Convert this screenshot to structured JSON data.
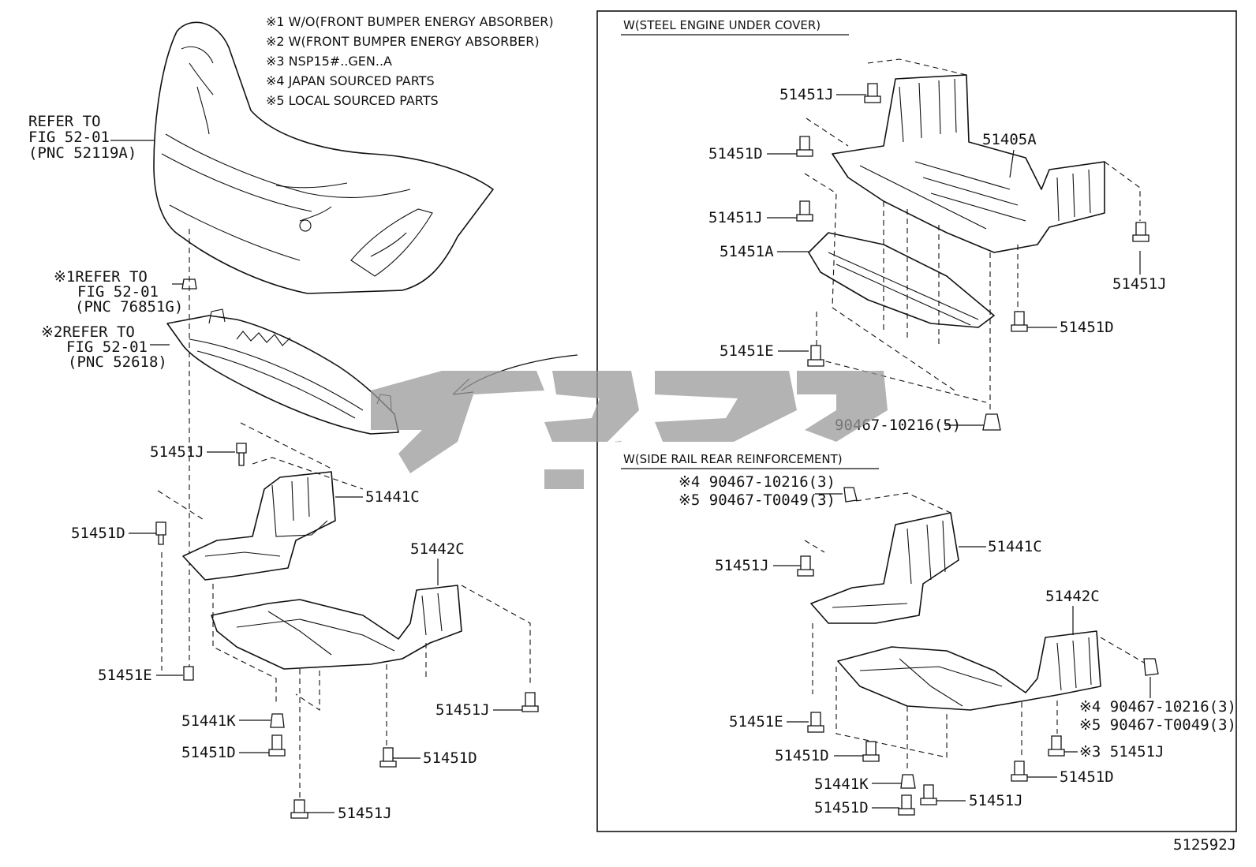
{
  "notes": [
    "※1 W/O(FRONT BUMPER ENERGY ABSORBER)",
    "※2 W(FRONT BUMPER ENERGY ABSORBER)",
    "※3 NSP15#..GEN..A",
    "※4 JAPAN SOURCED PARTS",
    "※5 LOCAL SOURCED PARTS"
  ],
  "references": {
    "bumper": [
      "REFER TO",
      "FIG 52-01",
      "(PNC 52119A)"
    ],
    "ref1": [
      "※1REFER TO",
      "FIG 52-01",
      "(PNC 76851G)"
    ],
    "ref2": [
      "※2REFER TO",
      "FIG 52-01",
      "(PNC 52618)"
    ]
  },
  "left_labels": {
    "j_top": "51451J",
    "c41": "51441C",
    "d_left": "51451D",
    "c42": "51442C",
    "e_left": "51451E",
    "j_right": "51451J",
    "k41": "51441K",
    "d_bottom": "51451D",
    "d_mid": "51451D",
    "j_bottom": "51451J"
  },
  "steel_section": {
    "header": "W(STEEL ENGINE UNDER COVER)",
    "j1": "51451J",
    "a405": "51405A",
    "d1": "51451D",
    "j2": "51451J",
    "a451": "51451A",
    "j3": "51451J",
    "d2": "51451D",
    "e1": "51451E",
    "clip": "90467-10216(5)"
  },
  "rail_section": {
    "header": "W(SIDE RAIL REAR REINFORCEMENT)",
    "jp1": "※4 90467-10216(3)",
    "lc1": "※5 90467-T0049(3)",
    "c41": "51441C",
    "j1": "51451J",
    "c42": "51442C",
    "jp2": "※4 90467-10216(3)",
    "lc2": "※5 90467-T0049(3)",
    "e1": "51451E",
    "j3": "※3 51451J",
    "d1": "51451D",
    "d2": "51451D",
    "k41": "51441K",
    "d3": "51451D",
    "j2": "51451J"
  },
  "figure_id": "512592J",
  "watermark": "تاوپارت"
}
